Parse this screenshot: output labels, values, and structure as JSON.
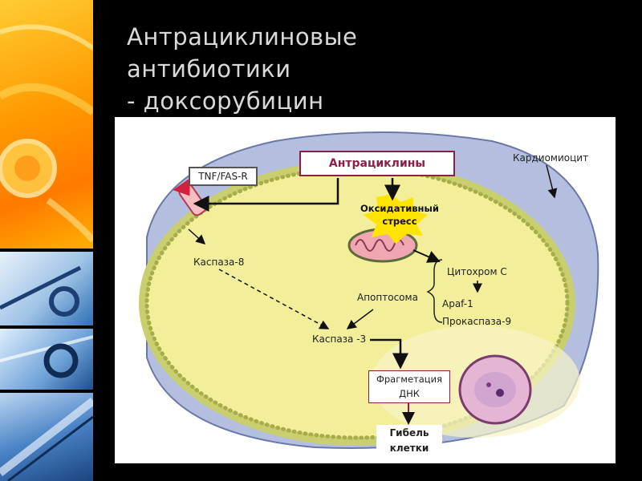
{
  "slide": {
    "title_lines": [
      "Антрациклиновые",
      "антибиотики",
      "- доксорубицин"
    ]
  },
  "diagram": {
    "drug_box": "Антрациклины",
    "cell_label": "Кардиомиоцит",
    "receptor": "TNF/FAS-R",
    "oxidative_stress": [
      "Оксидативный",
      "стресс"
    ],
    "caspase8": "Каспаза-8",
    "apoptosome": "Апоптосома",
    "cytochrome": "Цитохром С",
    "apaf": "Apaf-1",
    "procaspase": "Прокаспаза-9",
    "caspase3": "Каспаза -3",
    "fragmentation": [
      "Фрагметация",
      "ДНК"
    ],
    "cell_death": [
      "Гибель",
      "клетки"
    ]
  },
  "colors": {
    "background": "#000000",
    "cytoplasm": "#f3ee9a",
    "membrane_outer": "#c9cf6e",
    "tissue": "#b4bfe0",
    "mitochondrion": "#f0a7b2",
    "accent": "#8c1f4a"
  }
}
